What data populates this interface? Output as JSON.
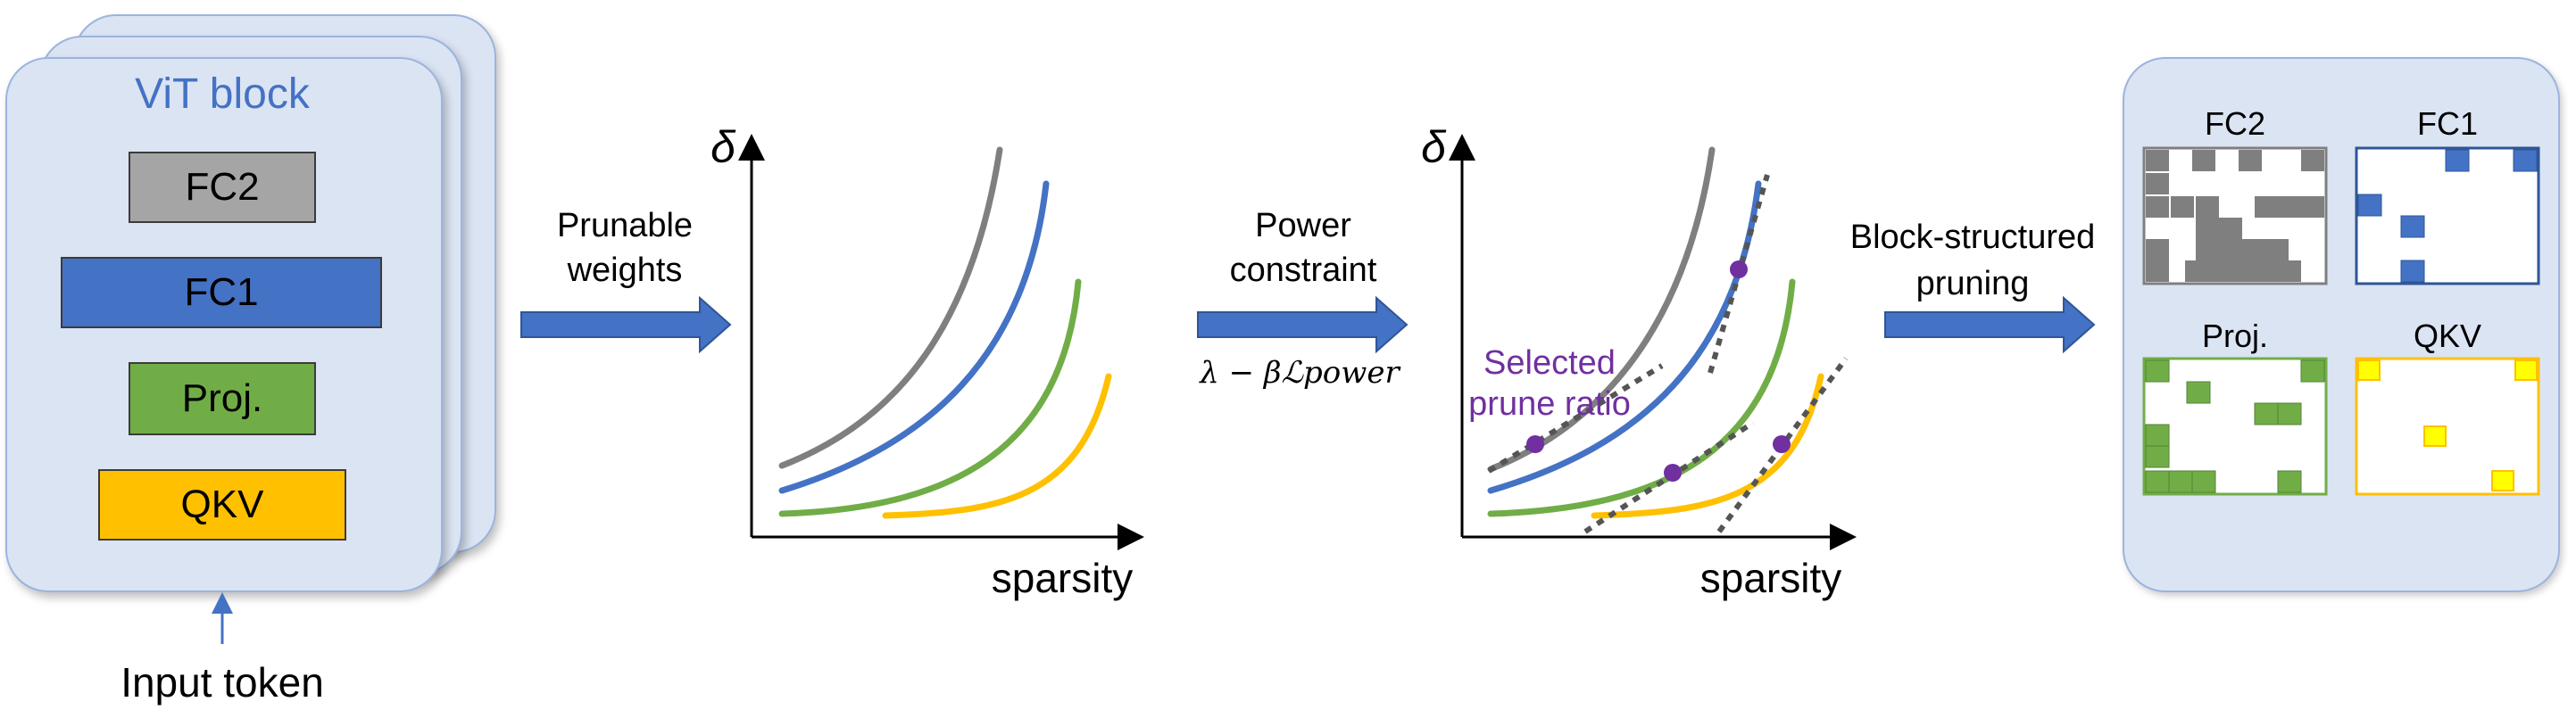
{
  "vit": {
    "title": "ViT block",
    "blocks": [
      {
        "label": "FC2",
        "color": "#a5a5a5"
      },
      {
        "label": "FC1",
        "color": "#4472c4"
      },
      {
        "label": "Proj.",
        "color": "#70ad47"
      },
      {
        "label": "QKV",
        "color": "#ffc000"
      }
    ],
    "input_label": "Input token"
  },
  "arrows": {
    "a1_label": "Prunable\nweights",
    "a2_label": "Power\nconstraint",
    "a2_formula": "λ − βℒpower",
    "a3_label": "Block-structured\npruning"
  },
  "plot1": {
    "ylabel": "δ",
    "xlabel": "sparsity"
  },
  "plot2": {
    "ylabel": "δ",
    "xlabel": "sparsity",
    "annotation": "Selected\nprune ratio",
    "annotation_color": "#7030a0"
  },
  "masks": {
    "panels": [
      {
        "title": "FC2",
        "color": "#7f7f7f"
      },
      {
        "title": "FC1",
        "color": "#2f5597"
      },
      {
        "title": "Proj.",
        "color": "#70ad47"
      },
      {
        "title": "QKV",
        "color": "#ffc000"
      }
    ]
  },
  "colors": {
    "card_fill": "#dbe4f3",
    "arrow": "#4472c4",
    "curve_gray": "#7f7f7f",
    "curve_blue": "#4472c4",
    "curve_green": "#70ad47",
    "curve_yellow": "#ffc000"
  }
}
